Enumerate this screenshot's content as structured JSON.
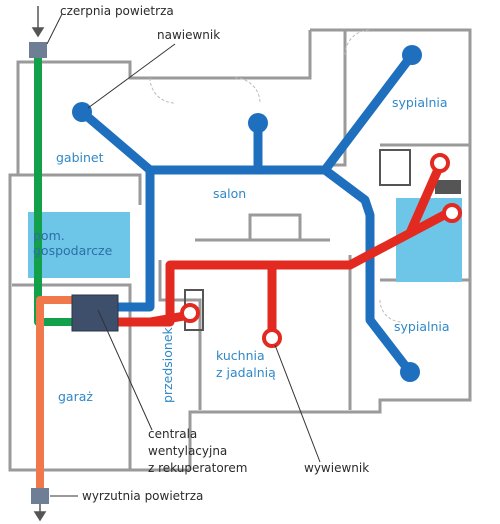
{
  "labels": {
    "intake": "czerpnia powietrza",
    "supply_vent": "nawiewnik",
    "exhaust_vent": "wywiewnik",
    "outlet": "wyrzutnia powietrza",
    "unit": "centrala\nwentylacyjna\nz rekuperatorem"
  },
  "rooms": {
    "study": "gabinet",
    "living": "salon",
    "bedroom_top": "sypialnia",
    "bedroom_bottom": "sypialnia",
    "utility": "pom.\ngospodarcze",
    "kitchen": "kuchnia\nz jadalnią",
    "hall": "przedsionek",
    "garage": "garaż"
  },
  "colors": {
    "supply": "#1f6fbf",
    "extract": "#e32a21",
    "fresh_air": "#12a04a",
    "exhaust_air": "#f0784a",
    "unit": "#3d4f6b",
    "wall": "#9a9a9a",
    "room_fill": "#6dc6e8",
    "room_text": "#2f88c8"
  }
}
